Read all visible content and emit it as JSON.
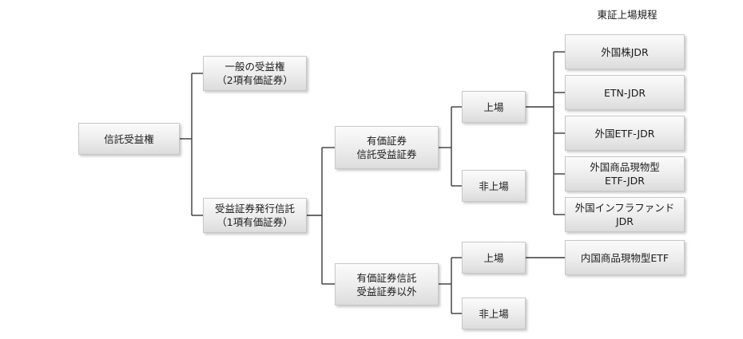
{
  "header": "東証上場規程",
  "nodes": {
    "root": "信託受益権",
    "general": "一般の受益権\n（2項有価証券）",
    "issuing_trust": "受益証券発行信託\n（1項有価証券）",
    "securities_trust": "有価証券\n信託受益証券",
    "other_trust": "有価証券信託\n受益証券以外",
    "listed_1": "上場",
    "unlisted_1": "非上場",
    "listed_2": "上場",
    "unlisted_2": "非上場",
    "jdr_stock": "外国株JDR",
    "jdr_etn": "ETN-JDR",
    "jdr_etf": "外国ETF-JDR",
    "jdr_commodity": "外国商品現物型\nETF-JDR",
    "jdr_infra": "外国インフラファンド\nJDR",
    "domestic_etf": "内国商品現物型ETF"
  }
}
